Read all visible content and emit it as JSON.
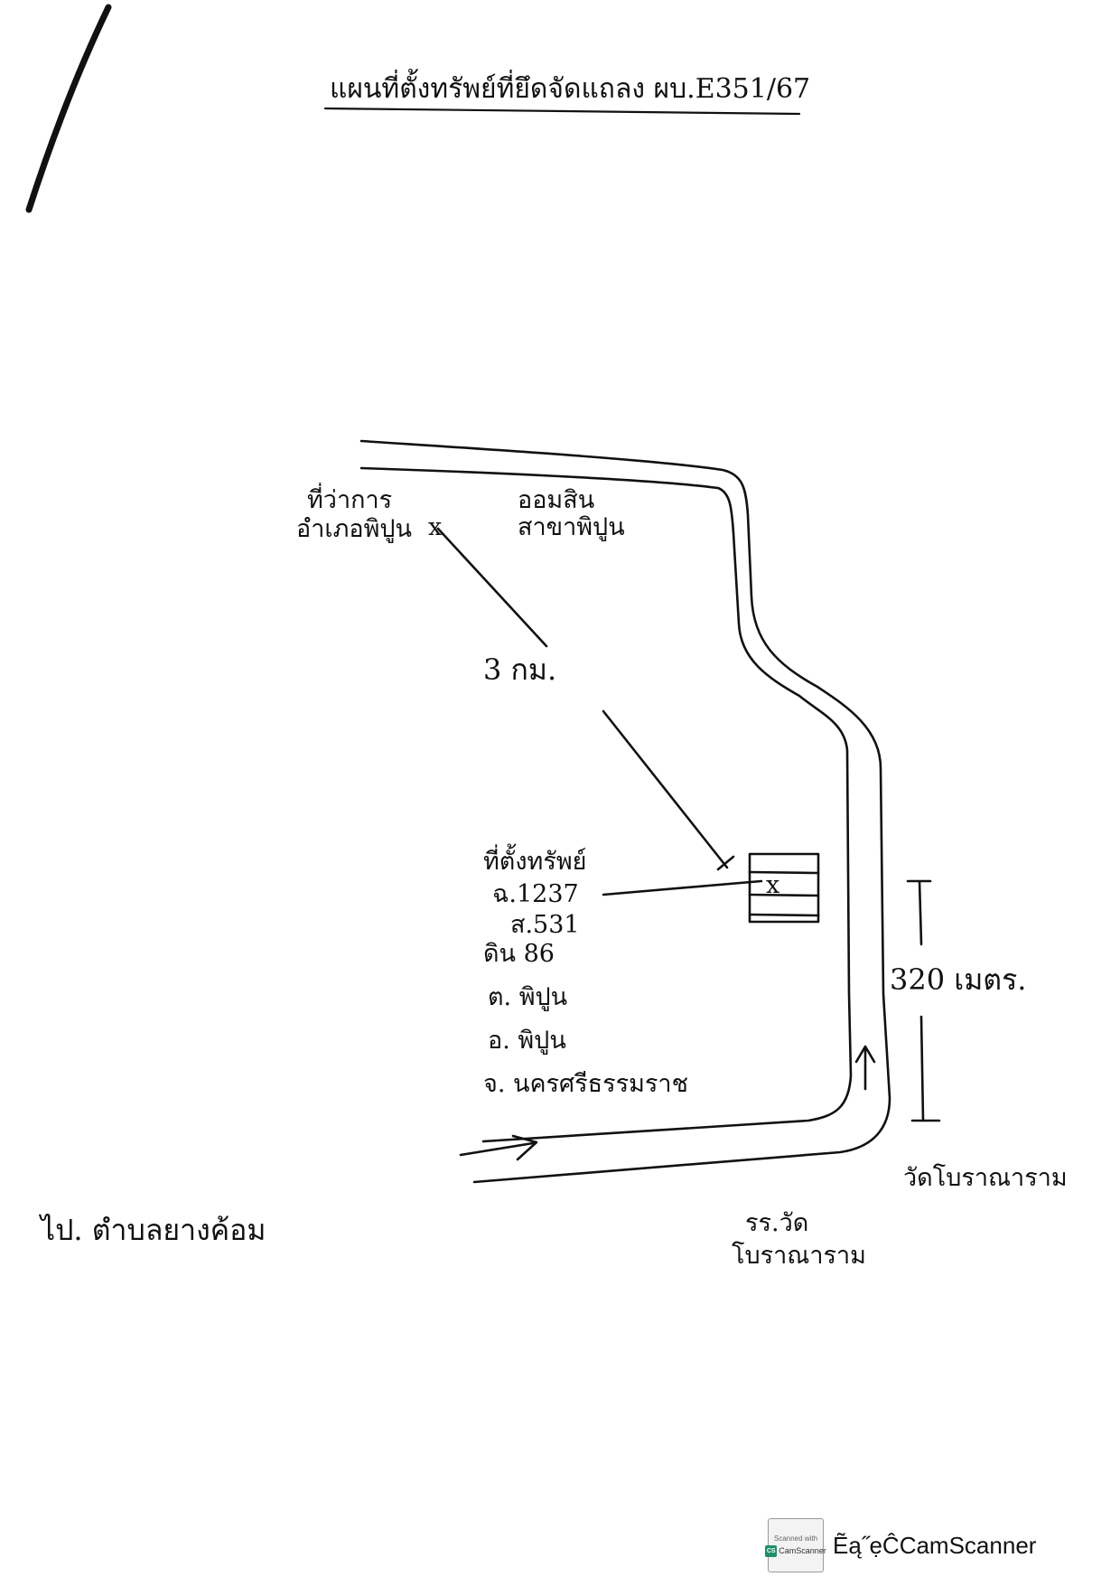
{
  "title": "แผนที่ตั้งทรัพย์ที่ยึดจัดแถลง ผบ.E351/67",
  "map": {
    "labels": {
      "district_office": [
        "ที่ว่าการ",
        "อำเภอพิปูน"
      ],
      "market": [
        "ออมสิน",
        "สาขาพิปูน"
      ],
      "distance_km": "3 กม.",
      "property": [
        "ที่ตั้งทรัพย์",
        "ฉ.1237",
        "ส.531",
        "ดิน 86",
        "ต. พิปูน",
        "อ. พิปูน",
        "จ. นครศรีธรรมราช"
      ],
      "distance_m": "320 เมตร.",
      "temple": "วัดโบราณาราม",
      "school": [
        "รร.วัด",
        "โบราณาราม"
      ],
      "to_subdistrict": "ไป. ตำบลยางค้อม"
    },
    "markers": {
      "x_mark": "x"
    }
  },
  "footer": {
    "badge_small": "Scanned with",
    "badge_logo": "CS",
    "badge_name": "CamScanner",
    "text": "Ẽą˝ẹĈCamScanner"
  }
}
